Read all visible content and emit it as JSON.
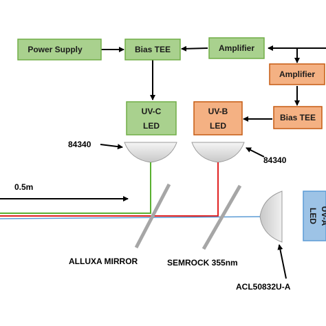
{
  "colors": {
    "green_fill": "#a9d18e",
    "green_stroke": "#70ad47",
    "orange_fill": "#f4b183",
    "orange_stroke": "#c55a11",
    "blue_fill": "#9dc3e6",
    "blue_stroke": "#5b9bd5",
    "green_beam": "#59b030",
    "red_beam": "#e02020",
    "blue_beam": "#5b9bd5",
    "mirror": "#a6a6a6"
  },
  "blocks": {
    "power_supply": "Power Supply",
    "bias_tee_green": "Bias TEE",
    "amplifier_green": "Amplifier",
    "amplifier_orange": "Amplifier",
    "bias_tee_orange": "Bias TEE",
    "uvc_led_line1": "UV-C",
    "uvc_led_line2": "LED",
    "uvb_led_line1": "UV-B",
    "uvb_led_line2": "LED",
    "uva_led_line1": "LED",
    "uva_led_line2": "UV-A"
  },
  "labels": {
    "lens_left": "84340",
    "lens_right": "84340",
    "distance": "0.5m",
    "mirror_alluxa": "ALLUXA MIRROR",
    "mirror_semrock": "SEMROCK 355nm",
    "lens_acl": "ACL50832U-A"
  }
}
